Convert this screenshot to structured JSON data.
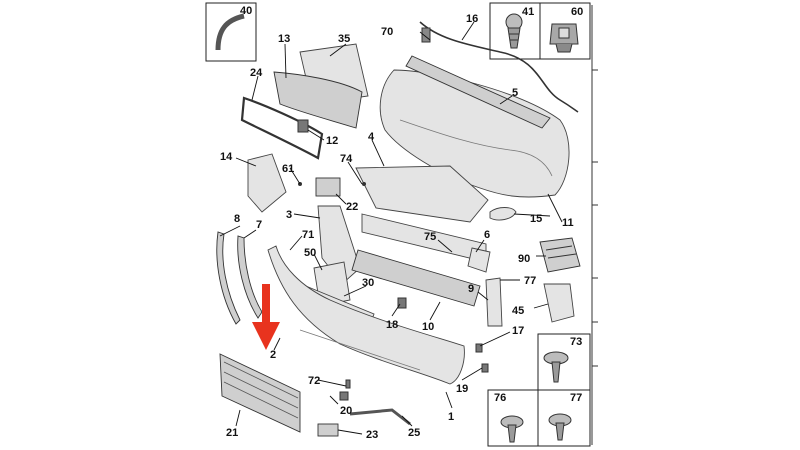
{
  "diagram": {
    "accent_color": "#e8331e",
    "callouts": [
      "40",
      "16",
      "41",
      "60",
      "70",
      "13",
      "35",
      "24",
      "5",
      "12",
      "4",
      "14",
      "61",
      "74",
      "22",
      "11",
      "15",
      "3",
      "71",
      "8",
      "7",
      "75",
      "6",
      "90",
      "50",
      "77",
      "30",
      "9",
      "45",
      "18",
      "10",
      "17",
      "2",
      "73",
      "72",
      "19",
      "20",
      "76",
      "77",
      "21",
      "23",
      "25",
      "1"
    ]
  },
  "insets": {
    "tl": "40",
    "tr1": "41",
    "tr2": "60",
    "br_top": "73",
    "br_left": "76",
    "br_right": "77"
  },
  "arrow": {
    "icon": "red-down-arrow-icon",
    "color": "#e8331e"
  }
}
